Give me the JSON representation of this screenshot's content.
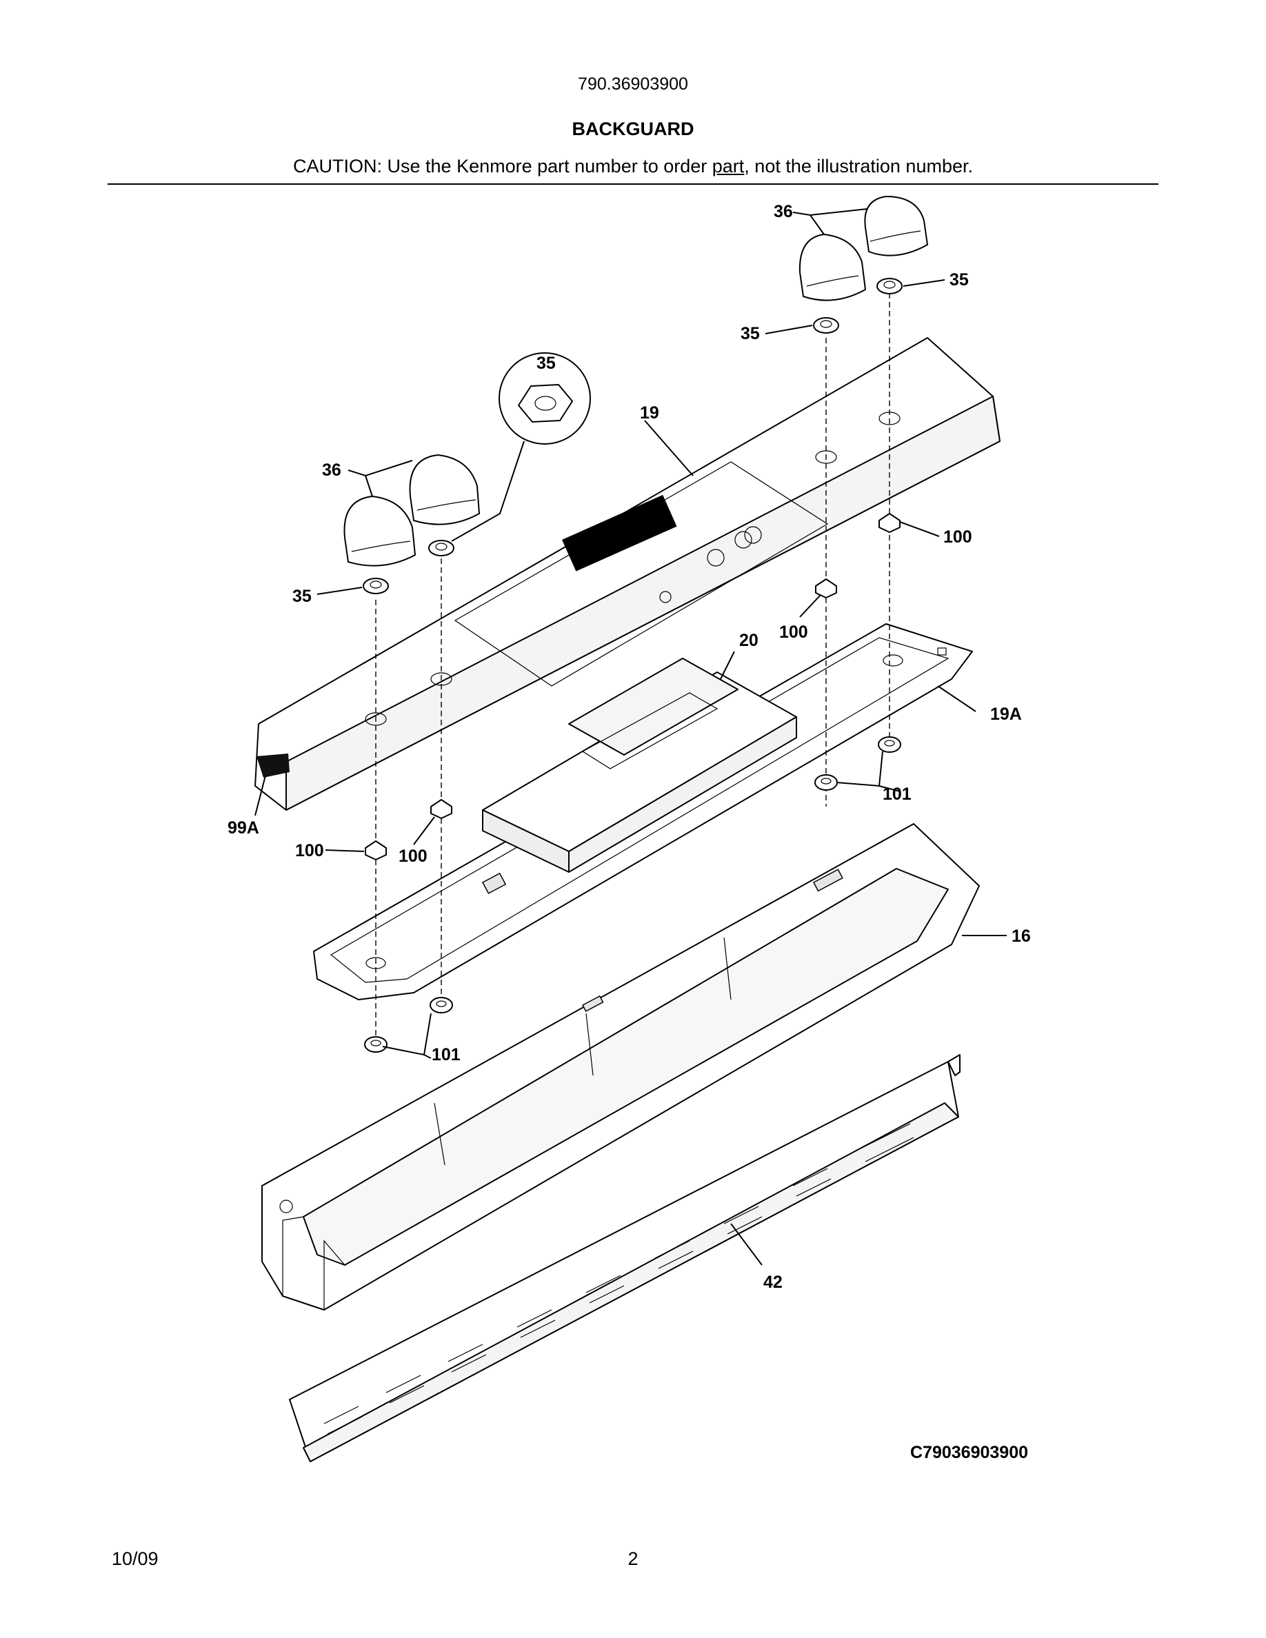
{
  "header": {
    "model_number": "790.36903900",
    "title": "BACKGUARD",
    "caution_prefix": "CAUTION: Use the Kenmore part number to order ",
    "caution_link": "part",
    "caution_suffix": ", not the illustration number."
  },
  "diagram": {
    "figure_code": "C79036903900",
    "callouts": {
      "knob_top": "36",
      "nut_top_right": "35",
      "nut_top_left": "35",
      "nut_detail": "35",
      "panel": "19",
      "knob_left": "36",
      "nut_left": "35",
      "clip_right": "100",
      "clip_mid": "100",
      "control_board": "20",
      "bracket": "19A",
      "nut_101_right": "101",
      "ribbon": "99A",
      "clip_left": "100",
      "clip_left2": "100",
      "housing": "16",
      "nut_101_left": "101",
      "vent": "42"
    }
  },
  "footer": {
    "date": "10/09",
    "page": "2"
  }
}
